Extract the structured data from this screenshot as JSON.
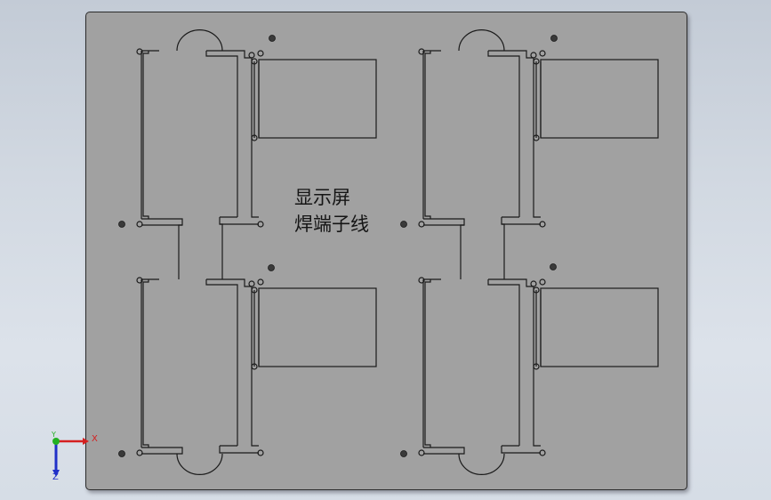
{
  "viewport": {
    "background_top": "#c3cbd6",
    "background_bottom": "#d6dde6"
  },
  "part": {
    "plate_color": "#a1a1a1",
    "outline_color": "#1a1a1a",
    "label_lines": [
      "显示屏",
      "焊端子线"
    ]
  },
  "triad": {
    "x_label": "X",
    "y_label": "Y",
    "z_label": "Z",
    "x_color": "#d42020",
    "y_color": "#22b022",
    "z_color": "#2030c8"
  }
}
